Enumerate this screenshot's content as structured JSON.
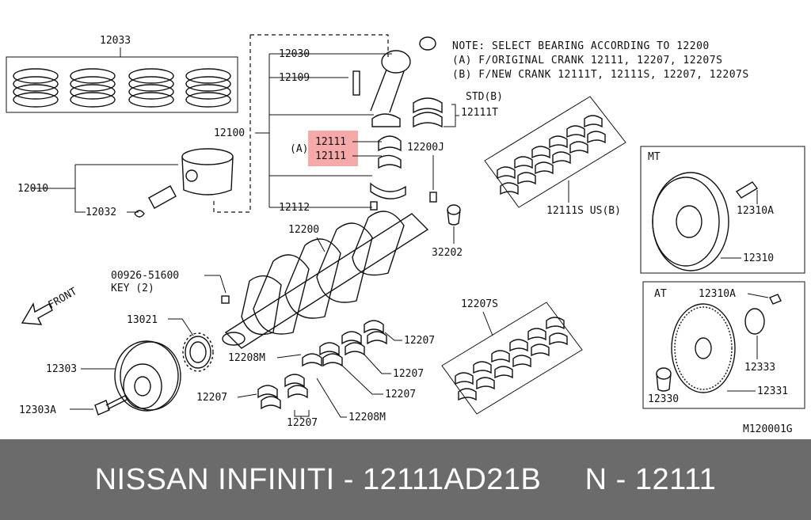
{
  "notes": {
    "line1": "NOTE: SELECT BEARING ACCORDING TO 12200",
    "line2": "(A) F/ORIGINAL CRANK 12111, 12207, 12207S",
    "line3": "(B) F/NEW CRANK 12111T, 12111S, 12207, 12207S"
  },
  "labels": {
    "p12033": "12033",
    "p12030": "12030",
    "p12109": "12109",
    "p12100": "12100",
    "a_marker": "(A)",
    "p12111_upper": "12111",
    "p12111_lower": "12111",
    "p12010": "12010",
    "p12032": "12032",
    "p12112": "12112",
    "p12200j": "12200J",
    "std_b": "STD(B)",
    "p12111t": "12111T",
    "p12111s_us_b": "12111S US(B)",
    "p12200": "12200",
    "p32202": "32202",
    "key_part": "00926-51600",
    "key_name": "KEY (2)",
    "front": "FRONT",
    "p13021": "13021",
    "p12303": "12303",
    "p12303a": "12303A",
    "p12208m_upper": "12208M",
    "p12208m_lower": "12208M",
    "p12207_a": "12207",
    "p12207_b": "12207",
    "p12207_c": "12207",
    "p12207_d": "12207",
    "p12207_e": "12207",
    "p12207s": "12207S",
    "mt": "MT",
    "p12310a_mt": "12310A",
    "p12310": "12310",
    "at": "AT",
    "p12310a_at": "12310A",
    "p12333": "12333",
    "p12330": "12330",
    "p12331": "12331",
    "figure_code": "M120001G"
  },
  "highlight_color": "#f7a8a8",
  "footer": {
    "text": "NISSAN INFINITI - 12111AD21B     N - 12111"
  }
}
